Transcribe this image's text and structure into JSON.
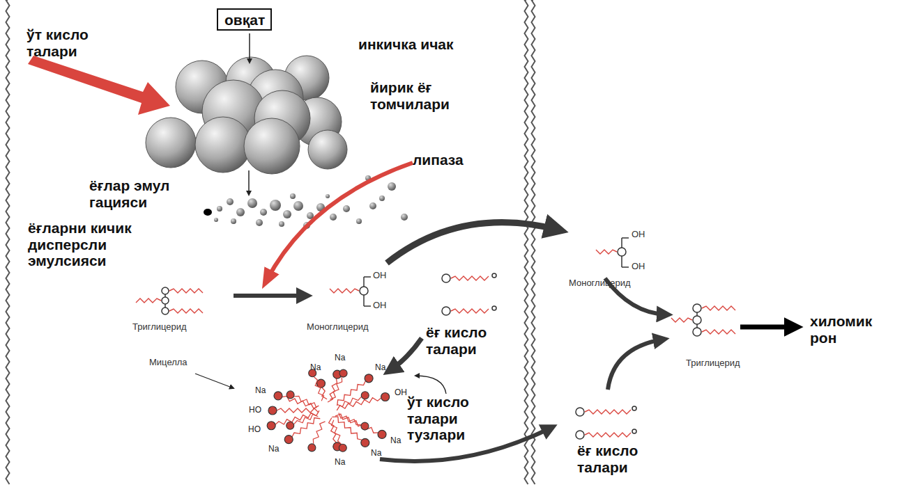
{
  "diagram": {
    "nodes": [
      {
        "text": [
          "овқат"
        ]
      }
    ],
    "labels": [
      "ўт кисло талари",
      "инкичка ичак",
      "йирик ёғ томчилари",
      "липаза",
      "ёғлар эмул гацияси",
      "ёғларни кичик дисперсли эмулсияси",
      "OH",
      "Моноглицерид",
      "OH",
      "OH",
      "OH",
      "Триглицерид",
      "Моноглицерид",
      "ёғ кисло талари",
      "хиломик рон",
      "Триглицерид",
      "Мицелла",
      "Na",
      "Na",
      "Na",
      "Na",
      "OH",
      "ўт кисло талари тузлари",
      "HO",
      "HO",
      "Na",
      "Na",
      "Na",
      "Na",
      "ёғ кисло талари"
    ]
  }
}
